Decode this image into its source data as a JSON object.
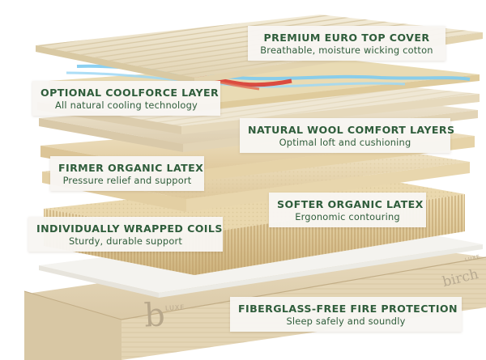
{
  "callouts": {
    "cover": {
      "title": "PREMIUM EURO TOP COVER",
      "sub": "Breathable, moisture wicking cotton"
    },
    "cool": {
      "title": "OPTIONAL COOLFORCE LAYER",
      "sub": "All natural cooling technology"
    },
    "wool": {
      "title": "NATURAL WOOL COMFORT LAYERS",
      "sub": "Optimal loft and cushioning"
    },
    "firm": {
      "title": "FIRMER ORGANIC LATEX",
      "sub": "Pressure relief and support"
    },
    "soft": {
      "title": "SOFTER ORGANIC LATEX",
      "sub": "Ergonomic contouring"
    },
    "coils": {
      "title": "INDIVIDUALLY WRAPPED COILS",
      "sub": "Sturdy, durable support"
    },
    "fire": {
      "title": "FIBERGLASS-FREE FIRE PROTECTION",
      "sub": "Sleep safely and soundly"
    }
  },
  "brand": {
    "logo_letter": "b",
    "logo_tag": "LUXE",
    "side_wordmark": "birch",
    "side_tag": "LUXE"
  },
  "colors": {
    "label_text": "#2f5d3b",
    "label_bg": "#f8f6f2",
    "cover_fabric": "#eadfc6",
    "cooling_blue": "#7ecbf0",
    "cooling_red": "#d8312a",
    "latex": "#ecdcb8",
    "coils": "#e6d2a6",
    "base": "#d8c7a6"
  }
}
